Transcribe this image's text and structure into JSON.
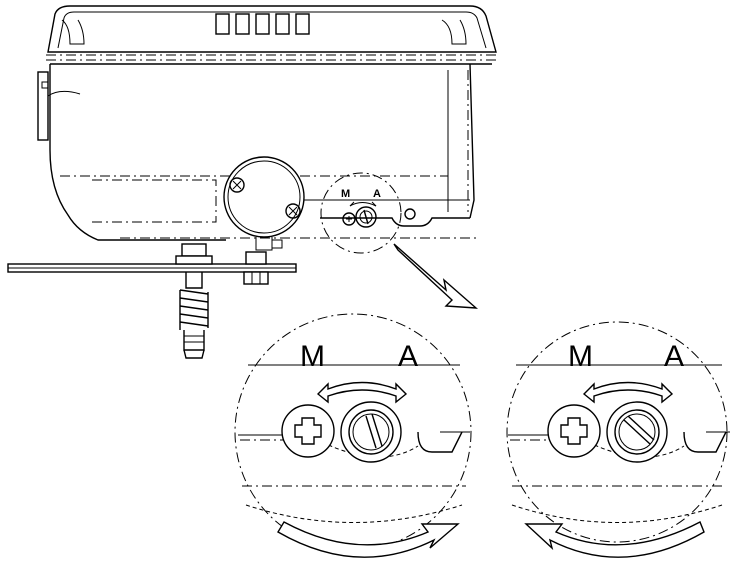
{
  "labels": {
    "small_manual": "M",
    "small_auto": "A",
    "detail_left_manual": "M",
    "detail_left_auto": "A",
    "detail_right_manual": "M",
    "detail_right_auto": "A"
  },
  "colors": {
    "line": "#000000",
    "background": "#ffffff"
  },
  "icons": {
    "rotate_clockwise": "curved-arrow-clockwise-icon",
    "rotate_counterclockwise": "curved-arrow-counterclockwise-icon",
    "screw_head": "phillips-screw-icon",
    "selector_knob": "slotted-knob-icon"
  }
}
